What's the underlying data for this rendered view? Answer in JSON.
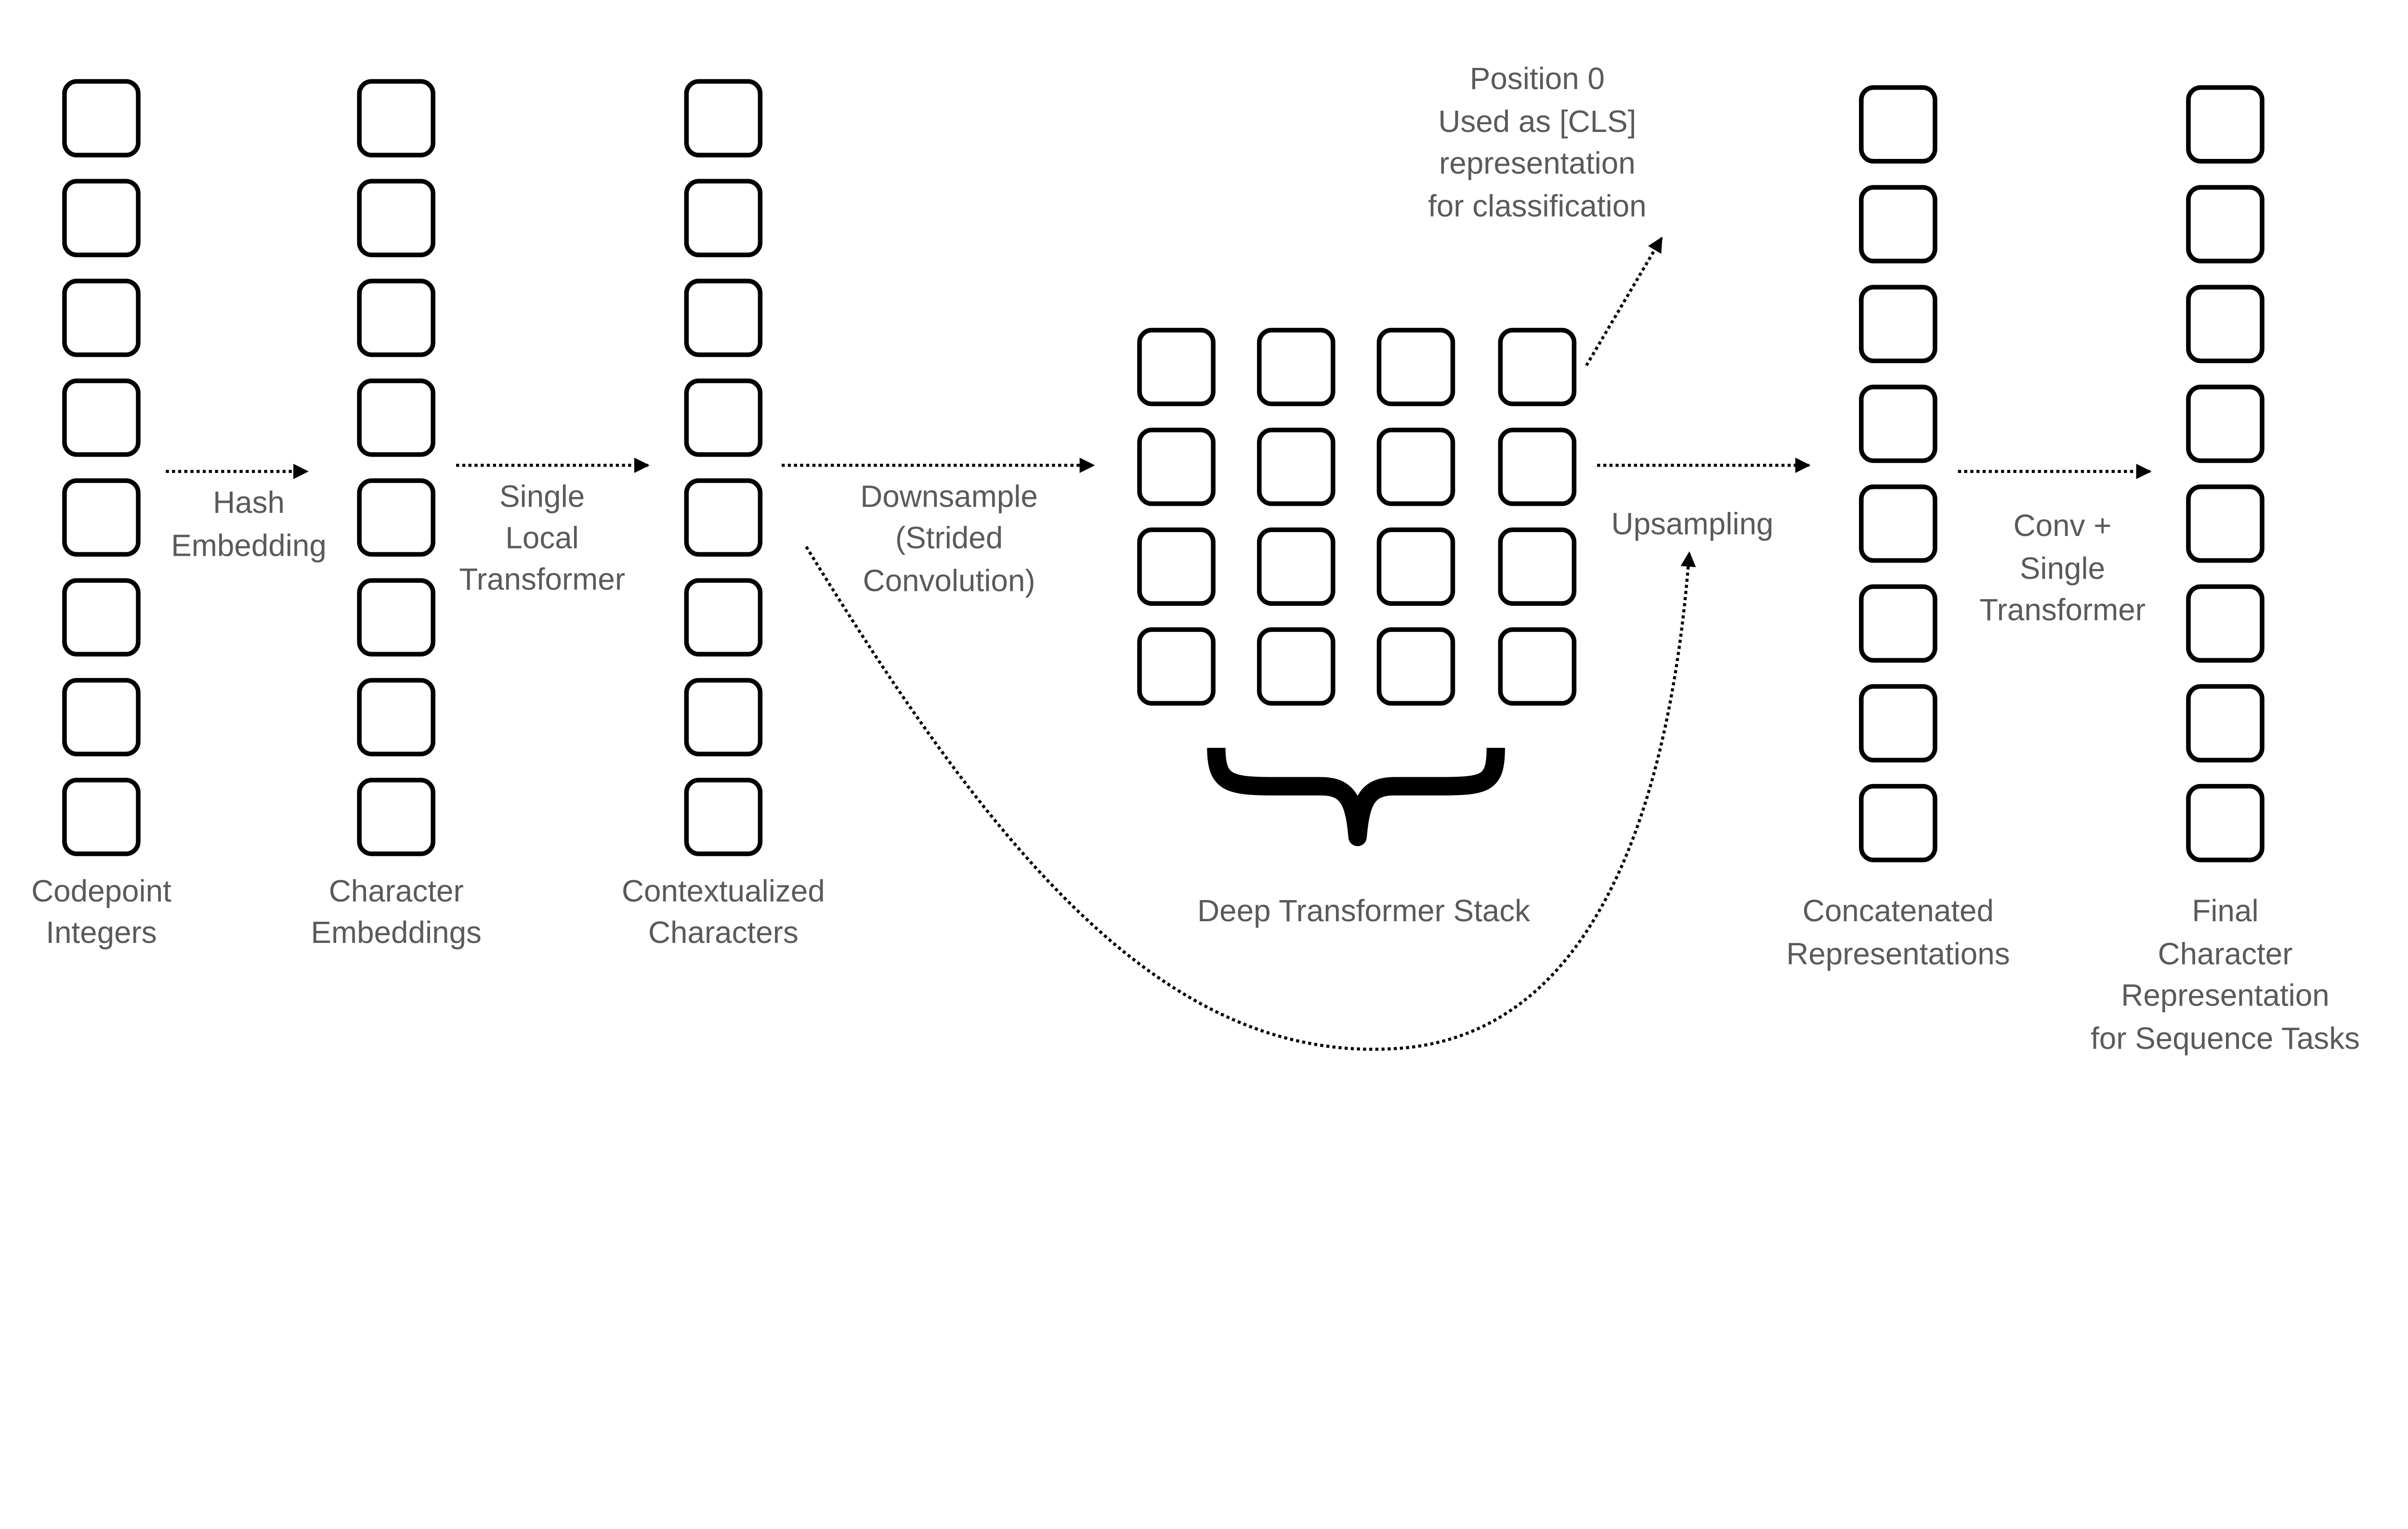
{
  "columns": {
    "codepoint": {
      "line1": "Codepoint",
      "line2": "Integers"
    },
    "char_emb": {
      "line1": "Character",
      "line2": "Embeddings"
    },
    "contextual": {
      "line1": "Contextualized",
      "line2": "Characters"
    },
    "concat": {
      "line1": "Concatenated",
      "line2": "Representations"
    },
    "final": {
      "line1": "Final",
      "line2": "Character",
      "line3": "Representation",
      "line4": "for Sequence Tasks"
    }
  },
  "steps": {
    "hash": {
      "line1": "Hash",
      "line2": "Embedding"
    },
    "local": {
      "line1": "Single",
      "line2": "Local",
      "line3": "Transformer"
    },
    "downsample": {
      "line1": "Downsample",
      "line2": "(Strided",
      "line3": "Convolution)"
    },
    "upsample": {
      "line1": "Upsampling"
    },
    "conv": {
      "line1": "Conv +",
      "line2": "Single",
      "line3": "Transformer"
    }
  },
  "deep_stack": {
    "label": "Deep Transformer Stack"
  },
  "cls_note": {
    "line1": "Position 0",
    "line2": "Used as [CLS]",
    "line3": "representation",
    "line4": "for classification"
  }
}
